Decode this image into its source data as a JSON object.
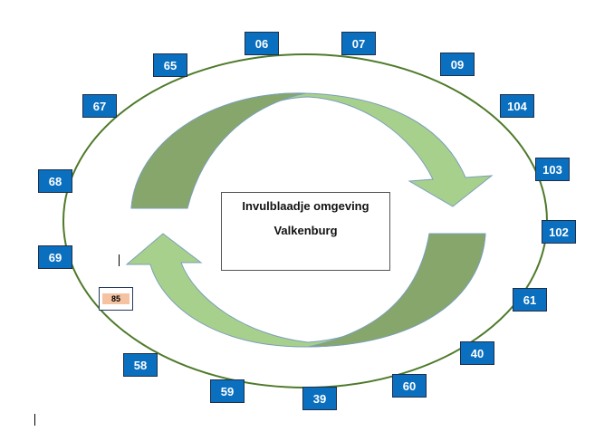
{
  "diagram": {
    "center_label_line1": "Invulblaadje omgeving",
    "center_label_line2": "Valkenburg",
    "ring_color": "#4e7a2a",
    "node_color": "#0a6fbf",
    "highlight_color": "#f6c3a2",
    "arrow_dark_color": "#86a66b",
    "arrow_light_color": "#a8d08d",
    "nodes": [
      "06",
      "07",
      "09",
      "104",
      "103",
      "102",
      "61",
      "40",
      "60",
      "39",
      "59",
      "58",
      "85",
      "69",
      "68",
      "67",
      "65"
    ]
  }
}
